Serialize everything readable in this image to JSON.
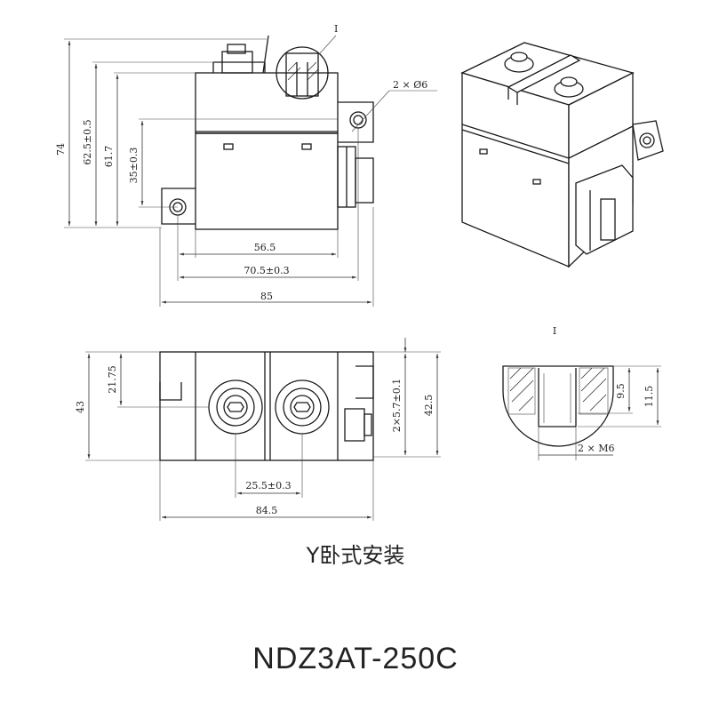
{
  "drawing": {
    "front_view": {
      "callout_detail": "I",
      "hole_callout": "2 × Ø6",
      "dims": {
        "height_overall": "74",
        "height_mid": "62.5±0.5",
        "height_body": "61.7",
        "height_bracket": "35±0.3",
        "width_body": "56.5",
        "width_holes": "70.5±0.3",
        "width_overall": "85"
      }
    },
    "top_view": {
      "dims": {
        "height_overall": "43",
        "offset_left": "21.75",
        "offset_slot": "2×5.7±0.1",
        "height_right": "42.5",
        "terminal_spacing": "25.5±0.3",
        "width_overall": "84.5"
      }
    },
    "detail_view": {
      "label": "I",
      "dims": {
        "depth_thread": "9.5",
        "depth_total": "11.5",
        "thread": "2 × M6"
      }
    }
  },
  "captions": {
    "mounting": "Y卧式安装",
    "model": "NDZ3AT-250C"
  }
}
